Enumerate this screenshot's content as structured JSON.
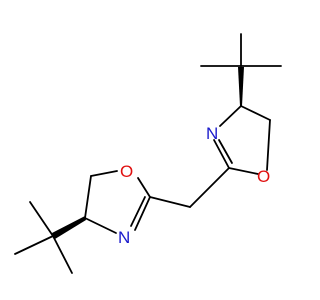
{
  "structure": {
    "atoms": [
      {
        "id": "n_top",
        "symbol": "N",
        "color": "#1a1acc"
      },
      {
        "id": "o_top",
        "symbol": "O",
        "color": "#e01010"
      },
      {
        "id": "o_bottom",
        "symbol": "O",
        "color": "#e01010"
      },
      {
        "id": "n_bottom",
        "symbol": "N",
        "color": "#1a1acc"
      }
    ],
    "bond_color": "#000000",
    "background": "#ffffff"
  }
}
